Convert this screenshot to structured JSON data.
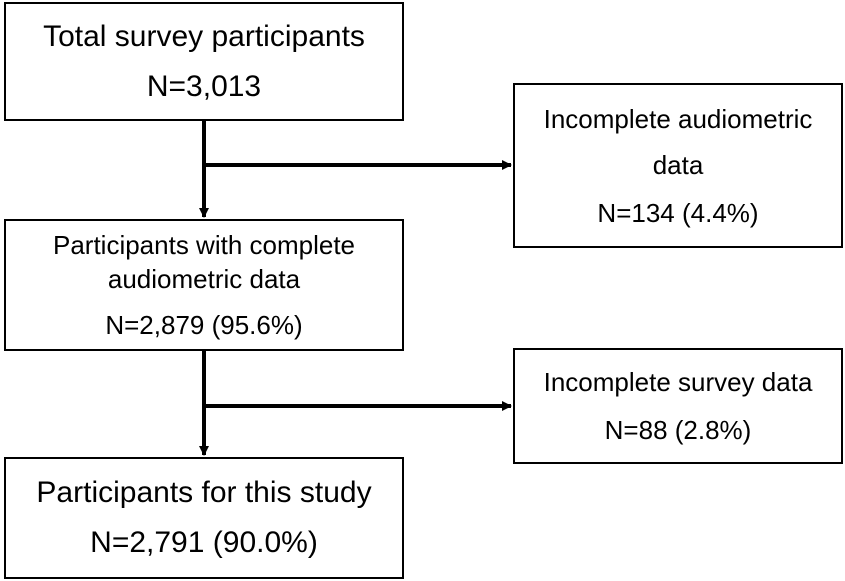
{
  "flowchart": {
    "total": {
      "label": "Total survey participants",
      "count": "N=3,013"
    },
    "excluded_audiometric": {
      "label_line1": "Incomplete audiometric",
      "label_line2": "data",
      "count": "N=134 (4.4%)"
    },
    "complete_audiometric": {
      "label_line1": "Participants with complete",
      "label_line2": "audiometric data",
      "count": "N=2,879 (95.6%)"
    },
    "excluded_survey": {
      "label": "Incomplete survey data",
      "count": "N=88 (2.8%)"
    },
    "final": {
      "label": "Participants for this study",
      "count": "N=2,791 (90.0%)"
    }
  },
  "colors": {
    "line": "#000000",
    "box_border": "#000000",
    "background": "#ffffff"
  }
}
